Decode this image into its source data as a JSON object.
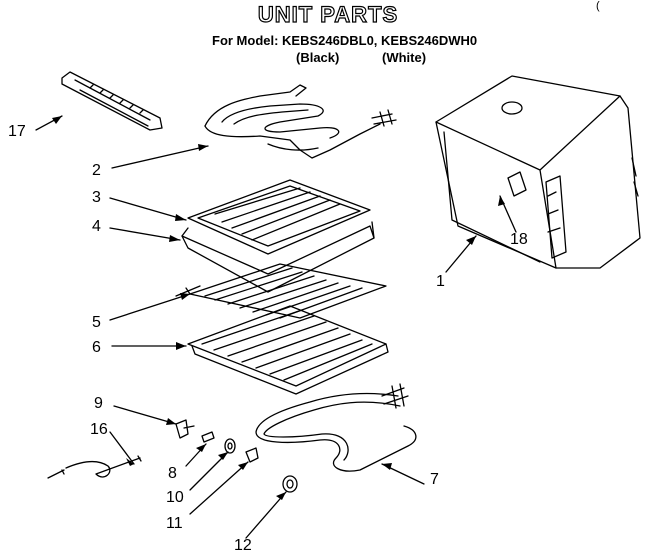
{
  "header": {
    "title": "UNIT PARTS",
    "model_line": "For Model: KEBS246DBL0, KEBS246DWH0",
    "variant_black": "(Black)",
    "variant_white": "(White)",
    "corner_note": "("
  },
  "callouts": {
    "c1": "1",
    "c2": "2",
    "c3": "3",
    "c4": "4",
    "c5": "5",
    "c6": "6",
    "c7": "7",
    "c8": "8",
    "c9": "9",
    "c10": "10",
    "c11": "11",
    "c12": "12",
    "c16": "16",
    "c17": "17",
    "c18": "18"
  }
}
